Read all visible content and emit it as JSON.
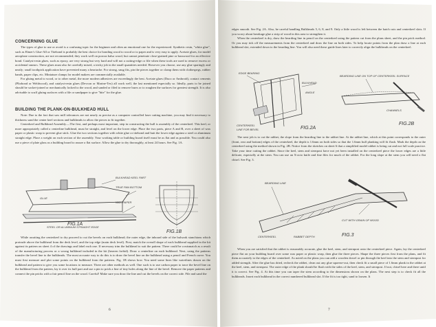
{
  "left_page": {
    "heading1": "CONCERNING GLUE",
    "para_glue": "The types of glue to use or avoid is a confusing topic for the beginner and often an emotional one for the experienced. Synthetic resin, \"white glue\", such as Elmer's Glue-All or Titebond is probably the best choice for bonding wood to wood or to paper and is very easy to apply. Acetate glues, for model aeroplane construction, are not recommended; they work well on porous balsa wood, but cannot penetrate close-grained pine or basswood for an effective bond. Catalyst-resin glues, such as epoxy, are very strong but very hard and will not a cutting-edge or file when these tools are used to remove excess or accidental smears. These glues must also be carefully mixed, a tricky job in the small quantities needed. However you choose, use any glue sparingly and neatly; small toothpick application have prevented many a heartache. For strong, snug fits, pin the pieces together or clamp them with clothespegs, rubber bands, paper clips, etc. Miniature clamps for model makers are commercially available.",
    "para_glue2": "For gluing metal to wood, or to other metal, the more modern adhesives are exceedingly the best. Acetate glues (Duco or Ambroid), contact cements (Pliobond or Weldwood), and catalyst-resin glues (Devcon or Marine-Tex) all work well, the last mentioned especially so. Ideally, parts to be joined should be socket-joined or mechanically locked to the wood, and sanded or filed to remove burrs or to roughen the surfaces for greatest strength. It is also advisable to scuff gluing surfaces with a file or sandpaper to give \"bite\" for the glue.",
    "heading2": "BUILDING THE PLANK-ON-BULKHEAD HULL",
    "para_note": "Note: Due to the fact that saw mill tolerances are not nearly as precise as a computer controlled laser cutting machine, you may find it necessary to thickness sand the center keel sections and bulkheads to allow the pieces to fit together.",
    "para_center": "Centerkeel and Bulkhead Assembly.—The first, and perhaps most important, step in constructing the hull is assembly of the centerkeel. This keel, or more appropriately called a centerline bulkhead, must be straight, and level on the lower edge. Place the two parts, piece A and B, over a sheet of wax paper or plastic wrap to prevent glue stick. Glue the two sections together with white glue or titebond and butt the lower edge against a steel or aluminum straight edge. Place a weight on each section of the assembly. Your working table or building board itself must be as flat and as possible. You could also use a piece of plate glass as a building board to assure a flat surface. Allow the glue to dry thoroughly, at least 24 hours. See Fig. 1A.",
    "fig1a_labels": [
      "BULKHEAD KEEL PART",
      "TRUE PAN BOTTOM",
      "WAX PAPER",
      "STEEL OR ALUMINUM STRAIGHT EDGE",
      "GLUE",
      "FIG.1A"
    ],
    "fig1b_caption": "FIG.1B",
    "para_bottom": "While awaiting the centerkeel to dry proceed to cut the bevels on each bulkhead; the outer edge, the inboard side of the bulwark stanchions which protrude above the bulkhead from the deck level, and the top edge (main deck level). First, match the overall shape of each bulkhead supplied in the kit against its pattern on sheet 4 of the drawings and label each one. If necessary trim the bulkhead to suit the pattern. There could be a mismatch as a result of the manufacturing process or a wrong bulkhead included in the kit (heaven forbid). Draw a centerline on each bulkhead. Next, using the patterns transfer the bevel line to the bulkheads. The most accurate way to do this is to draw the bevel line on the bulkhead using a pencil and French curve. You must first measure and plot some points on the bulkhead from the patterns. Fig. 1B shows how. You need some lines like waterlines drawn on the bulkhead and pattern to give you some locations to measure. There are other methods as well. One such is to use carbon paper to trace the bevel line on the bulkhead from the pattern, lay it over its hull part and use a pin to prick a line of tiny holes along the line of the bevel. Remove the paper patterns and connect the pin pricks with a fair pencil line on the wood. Careful! Make sure you draw the line and cut the bevels on the correct side. File and sand the",
    "page_number": "6"
  },
  "right_page": {
    "para_top": "edges smooth. See Fig. 2A. Also, be careful handling Bulkheads 5, 6, 8, and 9. Only a little wood is left between the hatch cuts and centerkeel slots. If you worry about breakage glue a strip of wood in this area to strengthen it.",
    "para_rabbet": "When the centerkeel is dry, draw the bearding line in pencil on the centerkeel using the pattern cut from the plans sheet, and the pin prick method. Or you may tick off the measurements from the centerkeel and draw the line on both sides. To help locate points from the plan draw a line at each bulkhead slot, extended down to the bearding line. You will also need these guide lines later to correctly align the bulkheads on the centerkeel.",
    "fig2a_labels": [
      "EDGE BEARING",
      "ANGLE",
      "BULKHEAD",
      "CENTERKEEL",
      "LINE FOR BEVEL",
      "FIG.2A"
    ],
    "fig2b_labels": [
      "BEARDING LINE ON TOP OF CENTERKEEL SURFACE",
      "CHANNELS",
      "FIG.2B"
    ],
    "para_mid": "The next job is to cut the rabbet, the slope from the bearding line to the rabbet line. At the rabbet line, which at this point corresponds to the outer (front, rear and bottom) edges of the centerkeel, the depth is 1.6mm on both sides so that the 1.6mm hull planking will fit flush. Mark the depth on the centerkeel using the method shown in Fig. 2B. Notice from the sketches on sheet 6 that a simplified model rabbet is being cut and not full scale practice. Take your time cutting the rabbet. Since the keel, stem and sternpost have not yet been installed on the centerkeel piece the lower edges are a little delicate, especially at the stern. You can use an X-acto knife and fine files for much of the rabbet. For the long slope at the stem you will need a flat chisel. See Fig. 3.",
    "fig3_labels": [
      "BEARDING LINE",
      "CENTERKEEL",
      "CUT WITH GRAIN OF WOOD",
      "RABBET DEPTH",
      "FIG.3"
    ],
    "para_bottom": "When you are satisfied that the rabbet is reasonably accurate, glue the keel, stem, and sternpost onto the centerkeel piece. Again, lay the centerkeel piece flat on your building board over some wax paper or plastic wrap, then glue the three pieces. Shape the three pieces first from the plans, and fit them accurately to the edges of the centerkeel. As noted on the plans you can add a wooden dowel or pin through the keel into the stem and sternpost for added strength. After the glue has dried, recheck the rabbet, clean out any glue squeeze-out, then check fit a small piece of 1.6mm plank in the rabbet at the keel, stem, and sternpost. The outer edge of the plank should be flush with the sides of the keel, stem, and sternpost. If not, chisel here and there until it is correct. See Fig. 4. At this time you can taper the stem according to the dimensions shown on the plans. The next step is to check fit all the bulkheads. Insert each bulkhead in the correct numbered bulkhead slot. If the fit is too tight, sand to loosen. It",
    "page_number": "7"
  }
}
